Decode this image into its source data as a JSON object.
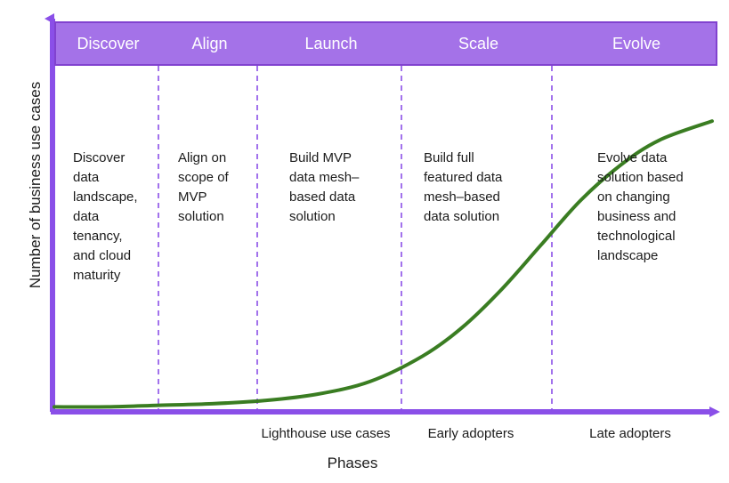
{
  "chart_data": {
    "type": "line",
    "title": "",
    "xlabel": "Phases",
    "ylabel": "Number of business use cases",
    "grid": false,
    "legend": "none",
    "axis_color": "#8a4fe8",
    "curve_color": "#3a7d22",
    "curve_description": "S-shaped (sigmoid) adoption curve rising from near zero through the Launch phase and saturating in the Evolve phase",
    "xlim": [
      0,
      100
    ],
    "ylim": [
      0,
      100
    ],
    "series": [
      {
        "name": "Number of business use cases",
        "x": [
          0,
          8,
          16,
          24,
          32,
          40,
          48,
          56,
          62,
          68,
          74,
          80,
          86,
          92,
          100
        ],
        "y": [
          1,
          1,
          1.5,
          2,
          3,
          5,
          9,
          17,
          26,
          38,
          52,
          66,
          77,
          85,
          91
        ]
      }
    ],
    "x_tick_labels": [
      "Lighthouse use cases",
      "Early adopters",
      "Late adopters"
    ]
  },
  "header": {
    "band_fill": "#a472e8",
    "band_border": "#8142cf",
    "phases": [
      {
        "label": "Discover"
      },
      {
        "label": "Align"
      },
      {
        "label": "Launch"
      },
      {
        "label": "Scale"
      },
      {
        "label": "Evolve"
      }
    ]
  },
  "body": {
    "descriptions": [
      {
        "text": "Discover\ndata\nlandscape,\ndata\ntenancy,\nand cloud\nmaturity"
      },
      {
        "text": "Align on\nscope of\nMVP\nsolution"
      },
      {
        "text": "Build MVP\ndata mesh–\nbased data\nsolution"
      },
      {
        "text": "Build full\nfeatured data\nmesh–based\ndata solution"
      },
      {
        "text": "Evolve data\nsolution based\non changing\nbusiness and\ntechnological\nlandscape"
      }
    ]
  },
  "axes": {
    "y_title": "Number of business use cases",
    "x_title": "Phases",
    "x_ticks": [
      {
        "label": "Lighthouse use cases"
      },
      {
        "label": "Early adopters"
      },
      {
        "label": "Late adopters"
      }
    ]
  }
}
